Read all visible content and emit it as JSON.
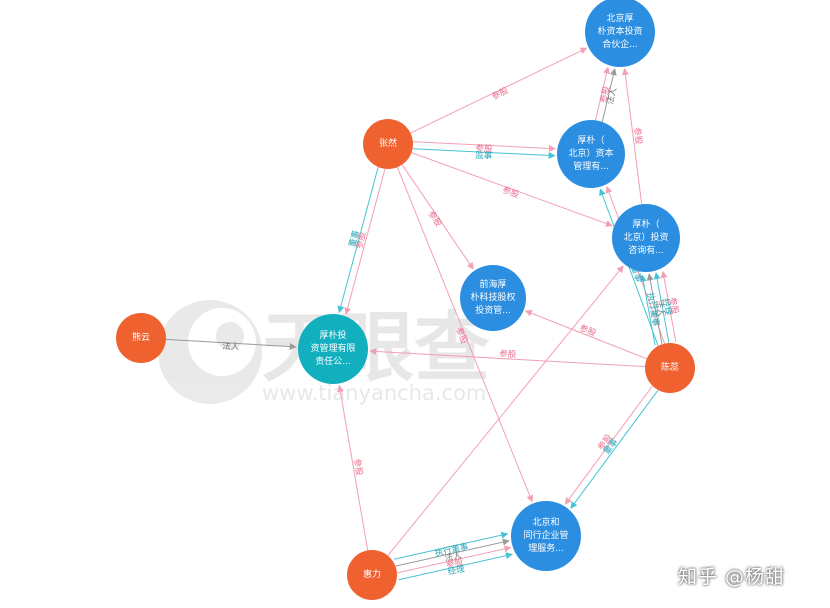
{
  "watermark": {
    "brand": "天眼查",
    "url": "www.tianyancha.com"
  },
  "credit": "知乎 @杨甜",
  "colors": {
    "person": "#f06130",
    "company": "#2b8ee0",
    "focus_company": "#12b0bf",
    "edge_pink": "#f2a0b4",
    "edge_teal": "#48c3d3",
    "edge_gray": "#9a9a9a",
    "label_pink": "#e8708e",
    "label_teal": "#2aa7ba"
  },
  "nodes": [
    {
      "id": "zhangran",
      "kind": "person",
      "lines": [
        "张然"
      ]
    },
    {
      "id": "xiongyun",
      "kind": "person",
      "lines": [
        "熊云"
      ]
    },
    {
      "id": "chenlei",
      "kind": "person",
      "lines": [
        "陈蕊"
      ]
    },
    {
      "id": "huili",
      "kind": "person",
      "lines": [
        "惠力"
      ]
    },
    {
      "id": "hopu_capital_lp",
      "kind": "company",
      "lines": [
        "北京厚",
        "朴资本投资",
        "合伙企..."
      ]
    },
    {
      "id": "hopu_bj_capital",
      "kind": "company",
      "lines": [
        "厚朴（",
        "北京）资本",
        "管理有..."
      ]
    },
    {
      "id": "hopu_bj_consult",
      "kind": "company",
      "lines": [
        "厚朴（",
        "北京）投资",
        "咨询有..."
      ]
    },
    {
      "id": "qianhai_hopu",
      "kind": "company",
      "lines": [
        "前海厚",
        "朴科技股权",
        "投资管..."
      ]
    },
    {
      "id": "hopu_invest",
      "kind": "focus_company",
      "lines": [
        "厚朴投",
        "资管理有限",
        "责任公..."
      ]
    },
    {
      "id": "bj_tonghe",
      "kind": "company",
      "lines": [
        "北京和",
        "同行企业管",
        "理服务..."
      ]
    }
  ],
  "edges": [
    {
      "from": "zhangran",
      "to": "hopu_capital_lp",
      "label": "参股",
      "color": "pink"
    },
    {
      "from": "zhangran",
      "to": "hopu_bj_capital",
      "label": "参股",
      "color": "pink"
    },
    {
      "from": "zhangran",
      "to": "hopu_bj_capital",
      "label": "监事",
      "color": "teal"
    },
    {
      "from": "zhangran",
      "to": "hopu_bj_consult",
      "label": "参股",
      "color": "pink"
    },
    {
      "from": "zhangran",
      "to": "qianhai_hopu",
      "label": "参股",
      "color": "pink"
    },
    {
      "from": "zhangran",
      "to": "hopu_invest",
      "label": "参股",
      "color": "pink"
    },
    {
      "from": "zhangran",
      "to": "hopu_invest",
      "label": "董事",
      "color": "teal"
    },
    {
      "from": "zhangran",
      "to": "bj_tonghe",
      "label": "参股",
      "color": "pink"
    },
    {
      "from": "xiongyun",
      "to": "hopu_invest",
      "label": "法人",
      "color": "gray"
    },
    {
      "from": "hopu_bj_capital",
      "to": "hopu_capital_lp",
      "label": "参股",
      "color": "pink"
    },
    {
      "from": "hopu_bj_capital",
      "to": "hopu_capital_lp",
      "label": "法人",
      "color": "gray"
    },
    {
      "from": "hopu_bj_consult",
      "to": "hopu_capital_lp",
      "label": "参股",
      "color": "pink"
    },
    {
      "from": "chenlei",
      "to": "hopu_bj_capital",
      "label": "执行董事",
      "color": "teal"
    },
    {
      "from": "chenlei",
      "to": "hopu_bj_capital",
      "label": "参股",
      "color": "pink"
    },
    {
      "from": "chenlei",
      "to": "hopu_bj_consult",
      "label": "执行董事",
      "color": "teal"
    },
    {
      "from": "chenlei",
      "to": "hopu_bj_consult",
      "label": "法人",
      "color": "gray"
    },
    {
      "from": "chenlei",
      "to": "hopu_bj_consult",
      "label": "经理",
      "color": "teal"
    },
    {
      "from": "chenlei",
      "to": "hopu_bj_consult",
      "label": "参股",
      "color": "pink"
    },
    {
      "from": "chenlei",
      "to": "qianhai_hopu",
      "label": "参股",
      "color": "pink"
    },
    {
      "from": "chenlei",
      "to": "hopu_invest",
      "label": "参股",
      "color": "pink"
    },
    {
      "from": "chenlei",
      "to": "bj_tonghe",
      "label": "董事",
      "color": "teal"
    },
    {
      "from": "chenlei",
      "to": "bj_tonghe",
      "label": "参股",
      "color": "pink"
    },
    {
      "from": "huili",
      "to": "hopu_invest",
      "label": "参股",
      "color": "pink"
    },
    {
      "from": "huili",
      "to": "hopu_bj_consult",
      "label": "",
      "color": "pink"
    },
    {
      "from": "huili",
      "to": "bj_tonghe",
      "label": "执行董事",
      "color": "teal"
    },
    {
      "from": "huili",
      "to": "bj_tonghe",
      "label": "法人",
      "color": "gray"
    },
    {
      "from": "huili",
      "to": "bj_tonghe",
      "label": "参股",
      "color": "pink"
    },
    {
      "from": "huili",
      "to": "bj_tonghe",
      "label": "经理",
      "color": "teal"
    }
  ]
}
